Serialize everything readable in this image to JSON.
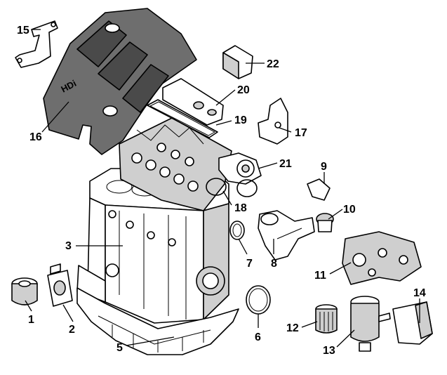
{
  "diagram": {
    "cover_badge": "HDi",
    "callouts": {
      "c1": "1",
      "c2": "2",
      "c3": "3",
      "c5": "5",
      "c6": "6",
      "c7": "7",
      "c8": "8",
      "c9": "9",
      "c10": "10",
      "c11": "11",
      "c12": "12",
      "c13": "13",
      "c14": "14",
      "c15": "15",
      "c16": "16",
      "c17": "17",
      "c18": "18",
      "c19": "19",
      "c20": "20",
      "c21": "21",
      "c22": "22"
    }
  }
}
